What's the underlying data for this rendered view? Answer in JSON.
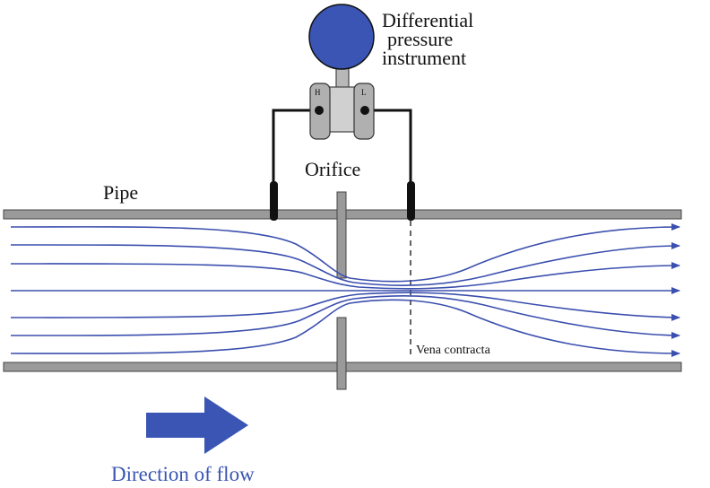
{
  "labels": {
    "instrument_title_line1": "Differential",
    "instrument_title_line2": "pressure",
    "instrument_title_line3": "instrument",
    "high_port": "H",
    "low_port": "L",
    "orifice": "Orifice",
    "pipe": "Pipe",
    "vena_contracta": "Vena contracta",
    "direction_of_flow": "Direction of flow"
  },
  "colors": {
    "gauge_fill": "#3a55b4",
    "streamline": "#3b4fae",
    "arrow_fill": "#3a55b4",
    "flow_label": "#3a55b4",
    "pipe_wall": "#9a9a9a",
    "body_gray": "#b8b8b8",
    "tap_black": "#111111"
  }
}
